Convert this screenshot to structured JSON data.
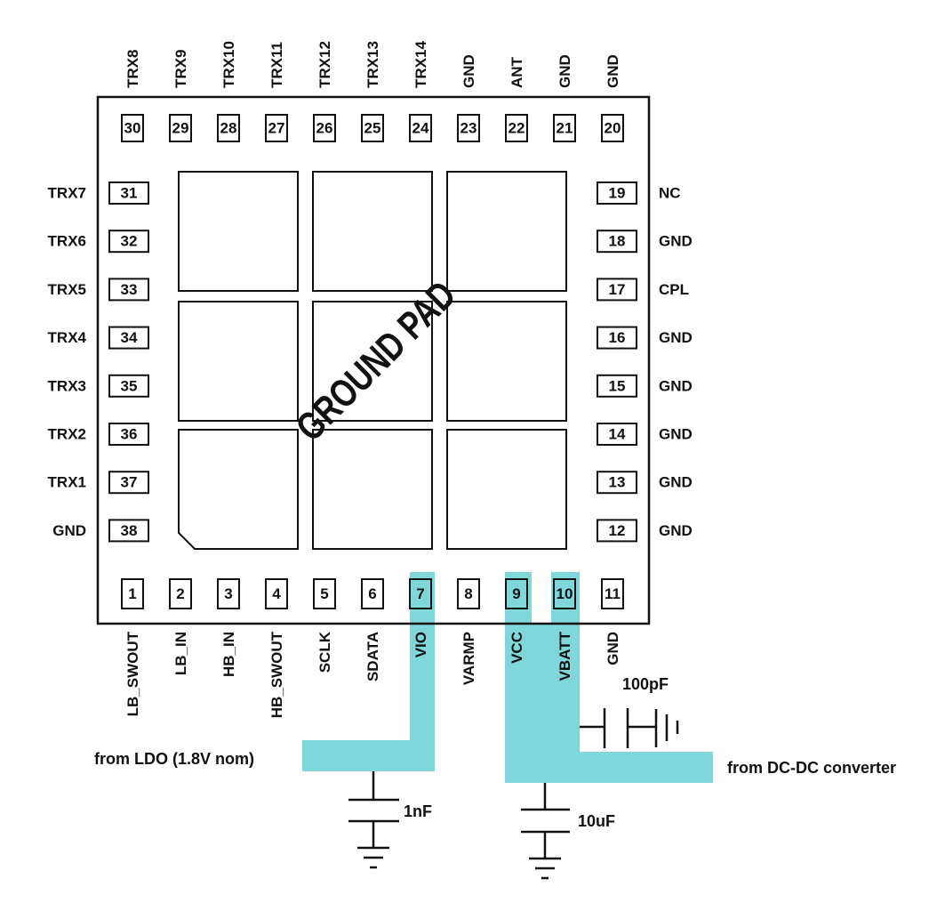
{
  "package": {
    "pins": [
      {
        "number": "1",
        "name": "LB_SWOUT",
        "side": "bottom"
      },
      {
        "number": "2",
        "name": "LB_IN",
        "side": "bottom"
      },
      {
        "number": "3",
        "name": "HB_IN",
        "side": "bottom"
      },
      {
        "number": "4",
        "name": "HB_SWOUT",
        "side": "bottom"
      },
      {
        "number": "5",
        "name": "SCLK",
        "side": "bottom"
      },
      {
        "number": "6",
        "name": "SDATA",
        "side": "bottom"
      },
      {
        "number": "7",
        "name": "VIO",
        "side": "bottom",
        "highlight": true
      },
      {
        "number": "8",
        "name": "VARMP",
        "side": "bottom"
      },
      {
        "number": "9",
        "name": "VCC",
        "side": "bottom",
        "highlight": true
      },
      {
        "number": "10",
        "name": "VBATT",
        "side": "bottom",
        "highlight": true
      },
      {
        "number": "11",
        "name": "GND",
        "side": "bottom"
      },
      {
        "number": "12",
        "name": "GND",
        "side": "right"
      },
      {
        "number": "13",
        "name": "GND",
        "side": "right"
      },
      {
        "number": "14",
        "name": "GND",
        "side": "right"
      },
      {
        "number": "15",
        "name": "GND",
        "side": "right"
      },
      {
        "number": "16",
        "name": "GND",
        "side": "right"
      },
      {
        "number": "17",
        "name": "CPL",
        "side": "right"
      },
      {
        "number": "18",
        "name": "GND",
        "side": "right"
      },
      {
        "number": "19",
        "name": "NC",
        "side": "right"
      },
      {
        "number": "20",
        "name": "GND",
        "side": "top"
      },
      {
        "number": "21",
        "name": "GND",
        "side": "top"
      },
      {
        "number": "22",
        "name": "ANT",
        "side": "top"
      },
      {
        "number": "23",
        "name": "GND",
        "side": "top"
      },
      {
        "number": "24",
        "name": "TRX14",
        "side": "top"
      },
      {
        "number": "25",
        "name": "TRX13",
        "side": "top"
      },
      {
        "number": "26",
        "name": "TRX12",
        "side": "top"
      },
      {
        "number": "27",
        "name": "TRX11",
        "side": "top"
      },
      {
        "number": "28",
        "name": "TRX10",
        "side": "top"
      },
      {
        "number": "29",
        "name": "TRX9",
        "side": "top"
      },
      {
        "number": "30",
        "name": "TRX8",
        "side": "top"
      },
      {
        "number": "31",
        "name": "TRX7",
        "side": "left"
      },
      {
        "number": "32",
        "name": "TRX6",
        "side": "left"
      },
      {
        "number": "33",
        "name": "TRX5",
        "side": "left"
      },
      {
        "number": "34",
        "name": "TRX4",
        "side": "left"
      },
      {
        "number": "35",
        "name": "TRX3",
        "side": "left"
      },
      {
        "number": "36",
        "name": "TRX2",
        "side": "left"
      },
      {
        "number": "37",
        "name": "TRX1",
        "side": "left"
      },
      {
        "number": "38",
        "name": "GND",
        "side": "left"
      }
    ],
    "ground_pad_label": "GROUND PAD"
  },
  "annotations": {
    "ldo_source": "from LDO (1.8V nom)",
    "dcdc_source": "from DC-DC converter",
    "cap_vio": "1nF",
    "cap_vcc": "10uF",
    "cap_vbatt": "100pF"
  },
  "colors": {
    "trace": "#7fd6db",
    "ink": "#111111"
  }
}
